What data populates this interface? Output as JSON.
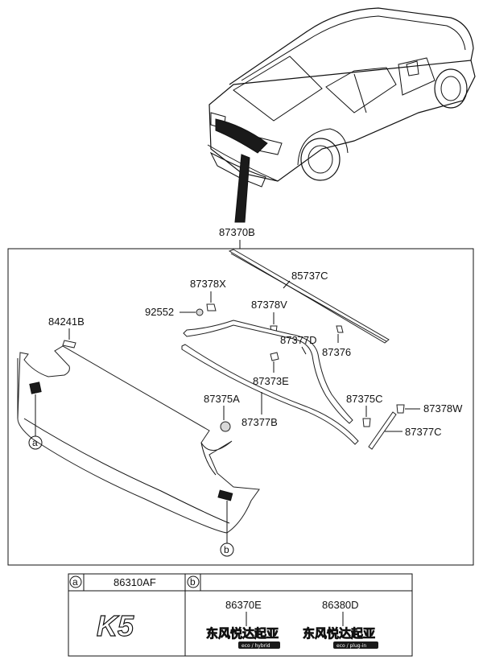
{
  "parts": {
    "top_ref": "87370B",
    "labels": [
      {
        "id": "85737C",
        "text": "85737C"
      },
      {
        "id": "87378X",
        "text": "87378X"
      },
      {
        "id": "92552",
        "text": "92552"
      },
      {
        "id": "87378V",
        "text": "87378V"
      },
      {
        "id": "84241B",
        "text": "84241B"
      },
      {
        "id": "87377D",
        "text": "87377D"
      },
      {
        "id": "87376",
        "text": "87376"
      },
      {
        "id": "87373E",
        "text": "87373E"
      },
      {
        "id": "87375A",
        "text": "87375A"
      },
      {
        "id": "87375C",
        "text": "87375C"
      },
      {
        "id": "87378W",
        "text": "87378W"
      },
      {
        "id": "87377B",
        "text": "87377B"
      },
      {
        "id": "87377C",
        "text": "87377C"
      }
    ],
    "callout_a": "a",
    "callout_b": "b"
  },
  "table": {
    "col_a_letter": "a",
    "col_a_part": "86310AF",
    "col_b_letter": "b",
    "col_b_part1": "86370E",
    "col_b_part2": "86380D",
    "logo_a_text": "K5",
    "emblem_text": "东风悦达起亚",
    "badge1_text": "eco / hybrid",
    "badge2_text": "eco / plug-in"
  }
}
